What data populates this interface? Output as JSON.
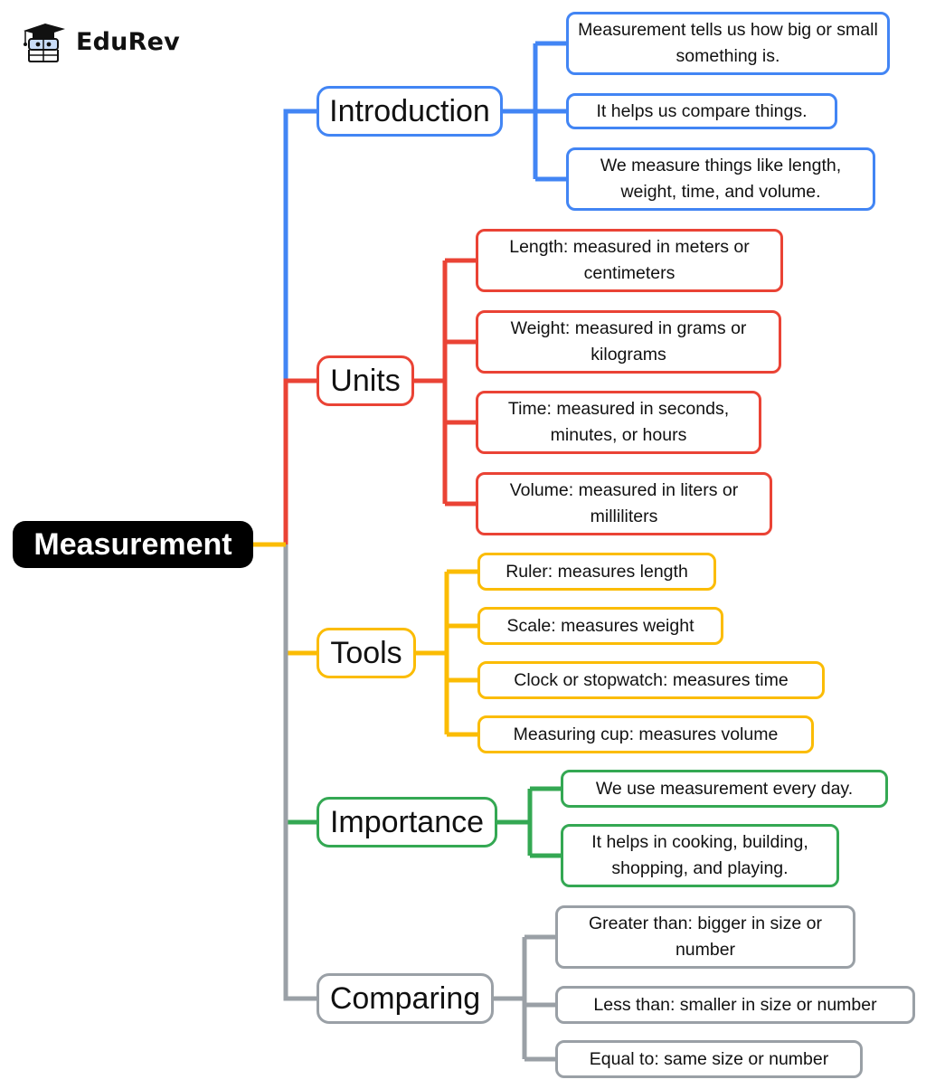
{
  "brand": {
    "name": "EduRev",
    "icon": "graduation-cap-mascot-icon"
  },
  "mindmap": {
    "root": {
      "label": "Measurement",
      "color": "#000000"
    },
    "branches": [
      {
        "label": "Introduction",
        "color": "#4285f4",
        "children": [
          "Measurement tells us how big or small something is.",
          "It helps us compare things.",
          "We measure things like length, weight, time, and volume."
        ]
      },
      {
        "label": "Units",
        "color": "#ea4335",
        "children": [
          "Length: measured in meters or centimeters",
          "Weight: measured in grams or kilograms",
          "Time: measured in seconds, minutes, or hours",
          "Volume: measured in liters or milliliters"
        ]
      },
      {
        "label": "Tools",
        "color": "#fbbc04",
        "children": [
          "Ruler: measures length",
          "Scale: measures weight",
          "Clock or stopwatch: measures time",
          "Measuring cup: measures volume"
        ]
      },
      {
        "label": "Importance",
        "color": "#34a853",
        "children": [
          "We use measurement every day.",
          "It helps in cooking, building, shopping, and playing."
        ]
      },
      {
        "label": "Comparing",
        "color": "#9aa0a6",
        "children": [
          "Greater than: bigger in size or number",
          "Less than: smaller in size or number",
          "Equal to: same size or number"
        ]
      }
    ]
  }
}
